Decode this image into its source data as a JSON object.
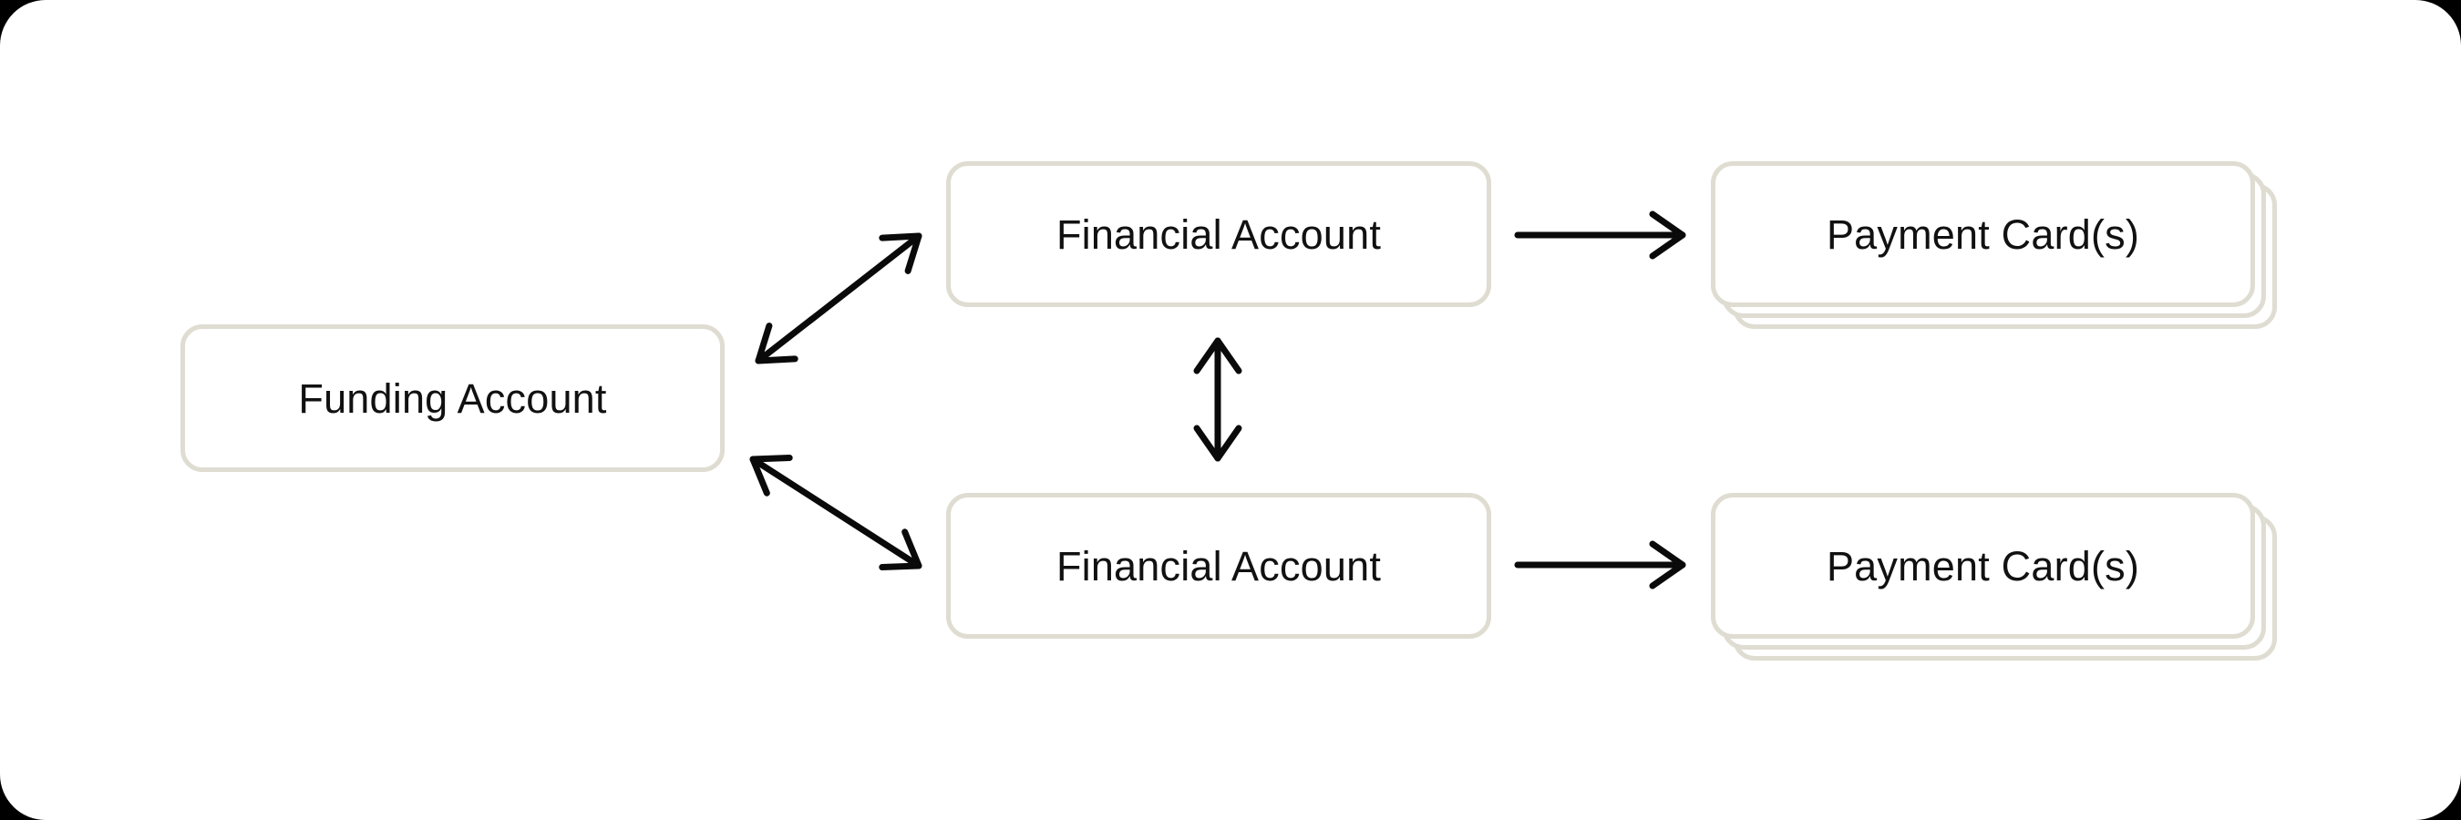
{
  "diagram": {
    "title": "Funding, financial accounts and payment cards relationship diagram",
    "colors": {
      "page_background": "#000000",
      "panel_background": "#ffffff",
      "box_border": "#dfdcd1",
      "arrow": "#0a0a0a",
      "text": "#111111"
    },
    "nodes": [
      {
        "id": "funding-account",
        "label": "Funding Account",
        "stacked": false
      },
      {
        "id": "financial-account-top",
        "label": "Financial Account",
        "stacked": false
      },
      {
        "id": "financial-account-bottom",
        "label": "Financial Account",
        "stacked": false
      },
      {
        "id": "payment-cards-top",
        "label": "Payment Card(s)",
        "stacked": true
      },
      {
        "id": "payment-cards-bottom",
        "label": "Payment Card(s)",
        "stacked": true
      }
    ],
    "edges": [
      {
        "from": "funding-account",
        "to": "financial-account-top",
        "type": "bidirectional"
      },
      {
        "from": "funding-account",
        "to": "financial-account-bottom",
        "type": "bidirectional"
      },
      {
        "from": "financial-account-top",
        "to": "financial-account-bottom",
        "type": "bidirectional"
      },
      {
        "from": "financial-account-top",
        "to": "payment-cards-top",
        "type": "directed"
      },
      {
        "from": "financial-account-bottom",
        "to": "payment-cards-bottom",
        "type": "directed"
      }
    ]
  }
}
